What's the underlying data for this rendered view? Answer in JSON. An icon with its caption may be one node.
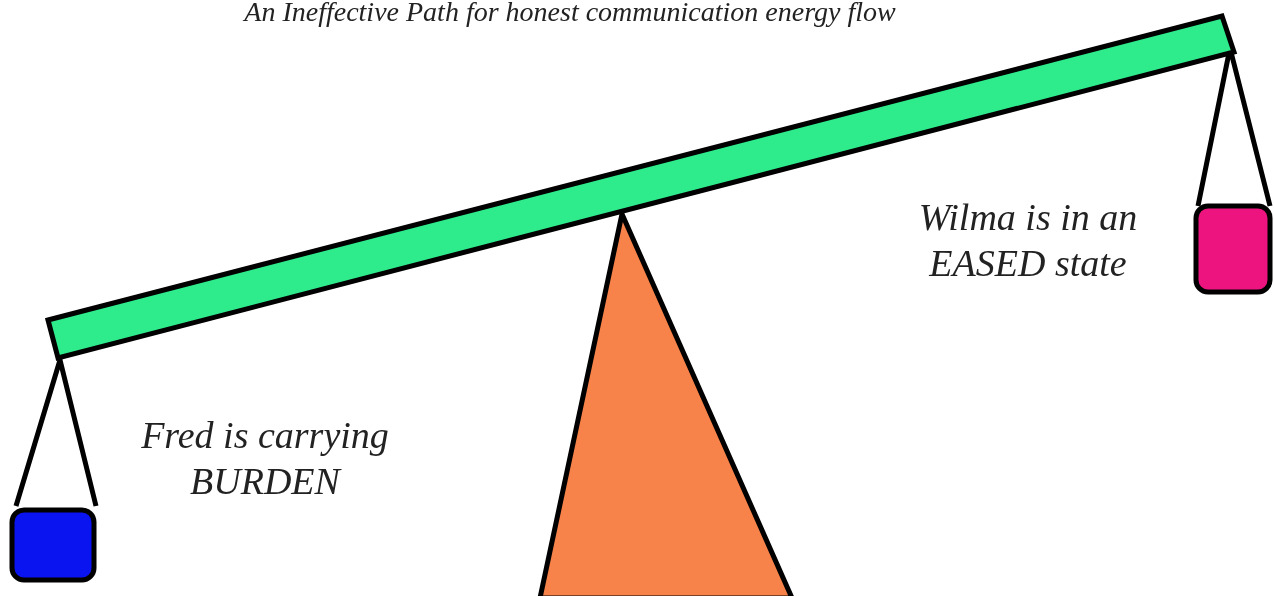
{
  "diagram": {
    "title": "An Ineffective Path for honest communication energy flow",
    "labels": [
      "Fred is carrying BURDEN",
      "Wilma is in an EASED state"
    ]
  }
}
